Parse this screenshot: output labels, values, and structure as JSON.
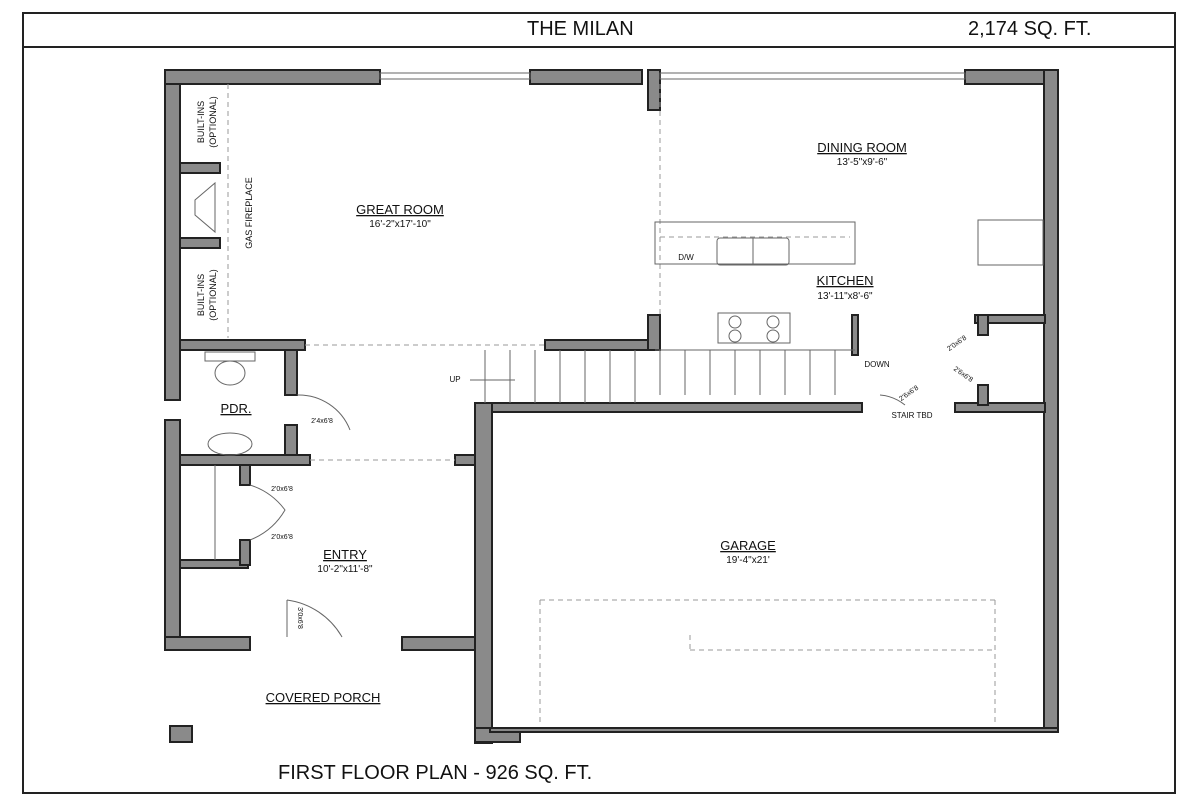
{
  "header": {
    "title": "THE MILAN",
    "total_area": "2,174 SQ. FT."
  },
  "footer": {
    "caption": "FIRST FLOOR PLAN - 926 SQ. FT."
  },
  "rooms": {
    "great_room": {
      "name": "GREAT ROOM",
      "size": "16'-2\"x17'-10\""
    },
    "dining_room": {
      "name": "DINING ROOM",
      "size": "13'-5\"x9'-6\""
    },
    "kitchen": {
      "name": "KITCHEN",
      "size": "13'-11\"x8'-6\""
    },
    "pdr": {
      "name": "PDR."
    },
    "entry": {
      "name": "ENTRY",
      "size": "10'-2\"x11'-8\""
    },
    "garage": {
      "name": "GARAGE",
      "size": "19'-4\"x21'"
    },
    "porch": {
      "name": "COVERED PORCH"
    }
  },
  "notes": {
    "builtins_1": "BUILT-INS",
    "optional_1": "(OPTIONAL)",
    "builtins_2": "BUILT-INS",
    "optional_2": "(OPTIONAL)",
    "fireplace": "GAS FIREPLACE",
    "dw": "D/W",
    "up": "UP",
    "down": "DOWN",
    "stair_tbd": "STAIR TBD"
  },
  "doors": {
    "pdr": "2'4x6'8",
    "closet_1": "2'0x6'8",
    "closet_2": "2'0x6'8",
    "front": "3'0x6'8",
    "stair_1": "2'0x6'8",
    "stair_2": "2'6x6'8",
    "stair_3": "2'6x6'8"
  }
}
